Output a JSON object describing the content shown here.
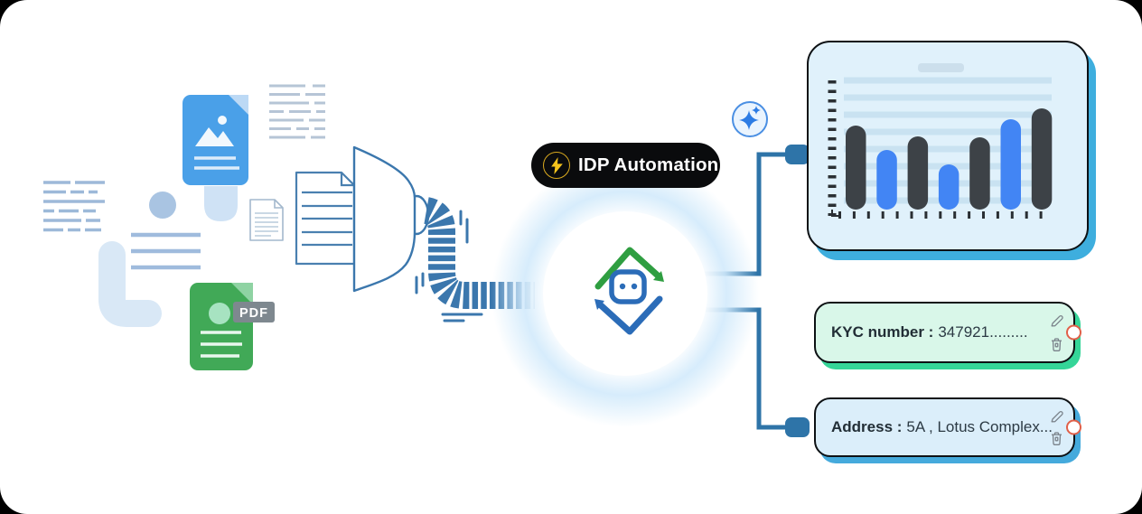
{
  "illustration": {
    "pdf_badge_label": "PDF",
    "hose_color": "#3b77ad",
    "connector_color": "#2e74a8",
    "document_colors": {
      "image_doc": "#4aa0e8",
      "pdf_doc": "#41a957",
      "outline_doc": "#ffffff"
    }
  },
  "automation_badge": {
    "label": "IDP Automation",
    "icon": "lightning-icon",
    "bg_color": "#0a0b0d",
    "text_color": "#ffffff",
    "bolt_color": "#f5c41c"
  },
  "ai_sparkle_badge": {
    "icon": "sparkle-icon",
    "color": "#2d7ce4"
  },
  "chart_data": {
    "type": "bar",
    "title": "",
    "categories": [
      "",
      "",
      "",
      "",
      "",
      "",
      ""
    ],
    "values": [
      83,
      59,
      72,
      45,
      71,
      89,
      100
    ],
    "bar_colors": [
      "dark",
      "blue",
      "dark",
      "blue",
      "dark",
      "blue",
      "dark"
    ],
    "palette": {
      "dark": "#3d4247",
      "blue": "#4285f4"
    },
    "ylim": [
      0,
      100
    ],
    "xlabel": "",
    "ylabel": "",
    "gridlines": true,
    "legend": false,
    "layout": "decorative analytics card; axes have tick marks only, no numeric labels",
    "card_bg": "#e0f1fb",
    "card_shadow": "#3eaede"
  },
  "extracted_fields": [
    {
      "label": "KYC number :",
      "value": "347921.........",
      "bg_color": "#d9f7e9",
      "shadow_color": "#35d598",
      "actions": [
        "edit",
        "delete"
      ]
    },
    {
      "label": "Address :",
      "value": "5A , Lotus Complex...",
      "bg_color": "#dbeefa",
      "shadow_color": "#45aadc",
      "actions": [
        "edit",
        "delete"
      ]
    }
  ]
}
